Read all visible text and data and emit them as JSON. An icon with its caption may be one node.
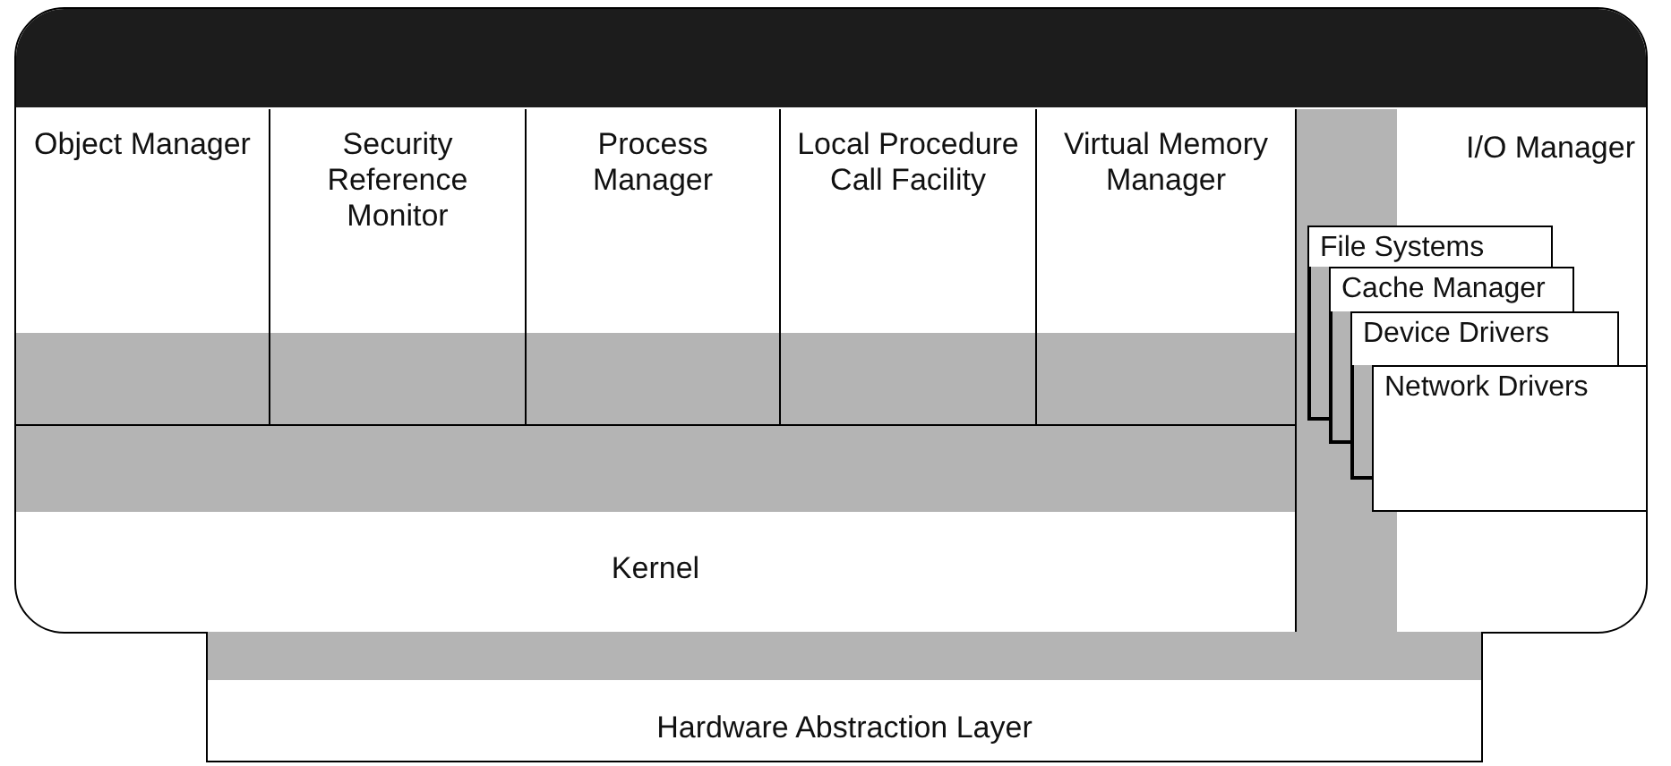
{
  "diagram": {
    "nodes": [
      {
        "text": [],
        "shape": "box"
      },
      {
        "text": [
          "Object Manager"
        ],
        "in": 0
      },
      {
        "text": [
          "Security Reference Monitor"
        ],
        "in": 0
      },
      {
        "text": [
          "Process Manager"
        ],
        "in": 0
      },
      {
        "text": [
          "Local Procedure Call Facility"
        ],
        "in": 0
      },
      {
        "text": [
          "Virtual Memory Manager"
        ],
        "in": 0
      },
      {
        "text": [
          "I/O Manager"
        ],
        "in": 0
      },
      {
        "text": [
          "File Systems"
        ],
        "in": 6
      },
      {
        "text": [
          "Cache Manager"
        ],
        "in": 6
      },
      {
        "text": [
          "Device Drivers"
        ],
        "in": 6
      },
      {
        "text": [
          "Network Drivers"
        ],
        "in": 6
      },
      {
        "text": [
          "Kernel"
        ],
        "in": 0
      },
      {
        "text": [
          "Hardware Abstraction Layer"
        ]
      },
      {
        "text": [],
        "shape": "band",
        "in": 0
      },
      {
        "text": [],
        "shape": "band",
        "in": 0
      },
      {
        "text": [],
        "shape": "band",
        "in": 6
      },
      {
        "text": [],
        "shape": "band",
        "in": 12
      }
    ]
  }
}
